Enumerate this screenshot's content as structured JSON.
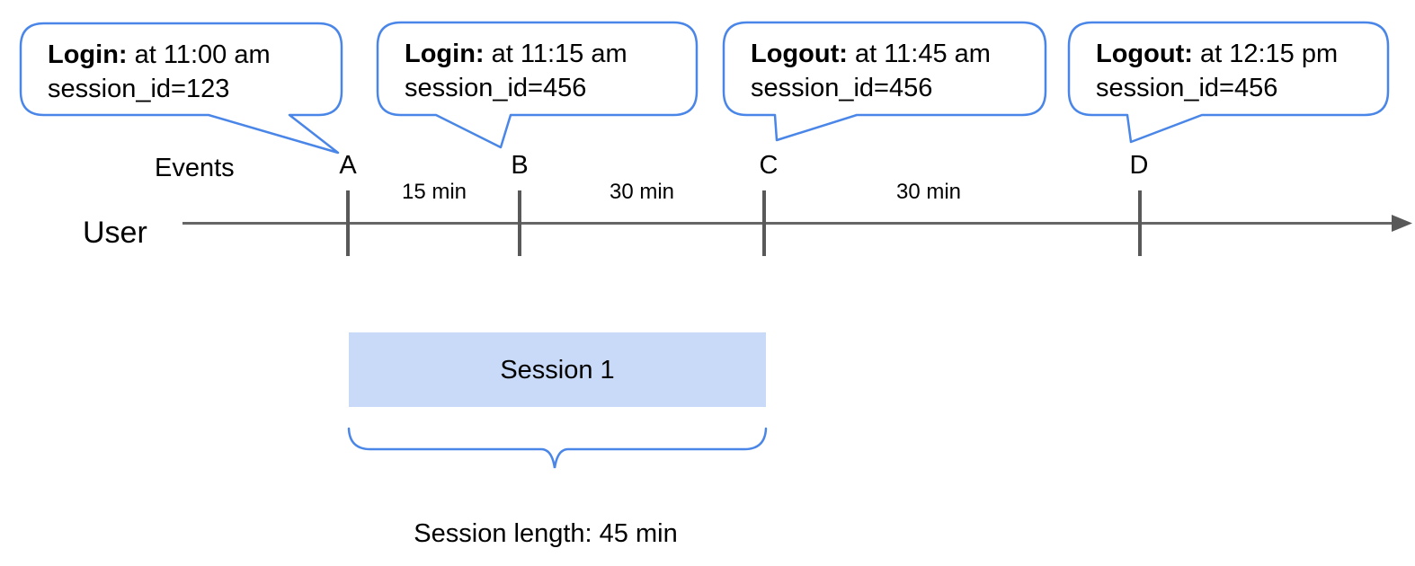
{
  "events": [
    {
      "letter": "A",
      "type_label": "Login:",
      "detail": " at 11:00 am",
      "session_line": "session_id=123"
    },
    {
      "letter": "B",
      "type_label": "Login:",
      "detail": " at 11:15 am",
      "session_line": "session_id=456"
    },
    {
      "letter": "C",
      "type_label": "Logout:",
      "detail": " at 11:45 am",
      "session_line": "session_id=456"
    },
    {
      "letter": "D",
      "type_label": "Logout:",
      "detail": " at 12:15 pm",
      "session_line": "session_id=456"
    }
  ],
  "timeline": {
    "events_label": "Events",
    "axis_label": "User",
    "intervals": [
      "15 min",
      "30 min",
      "30 min"
    ]
  },
  "session": {
    "box_label": "Session 1",
    "length_label": "Session length: 45 min"
  },
  "colors": {
    "bubble_border": "#4a86e8",
    "session_fill": "#c9daf8",
    "axis_line": "#666666",
    "tick": "#595959",
    "text": "#000000"
  }
}
